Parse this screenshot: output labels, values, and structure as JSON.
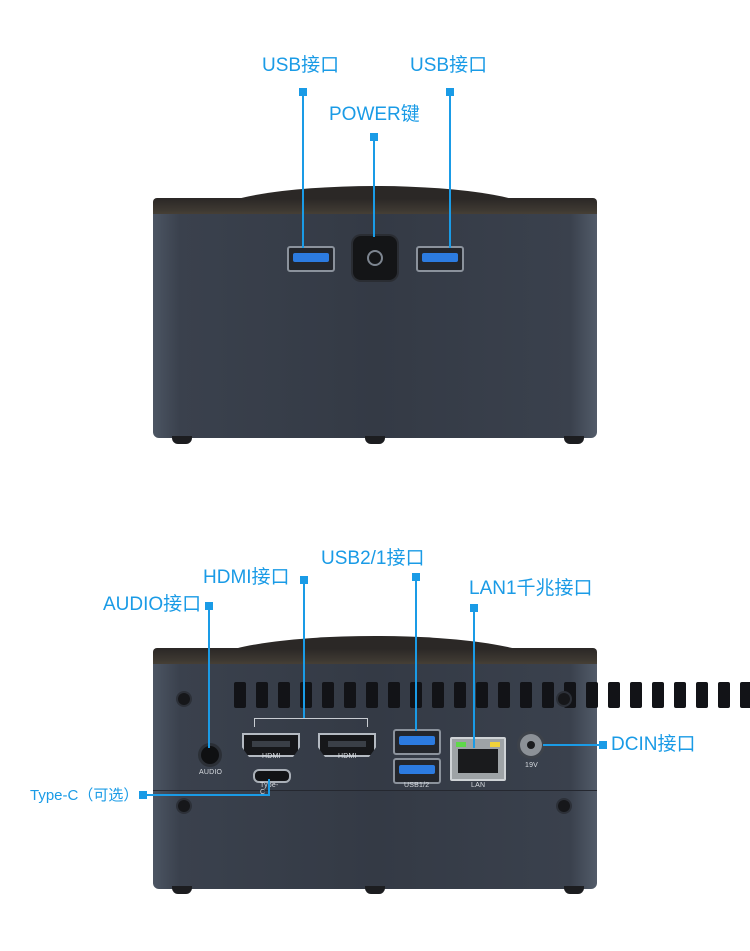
{
  "colors": {
    "accent": "#1a9be6",
    "usb_blue": "#2c7be0"
  },
  "front": {
    "callouts": {
      "usb_left": "USB接口",
      "usb_right": "USB接口",
      "power": "POWER键"
    }
  },
  "back": {
    "callouts": {
      "audio": "AUDIO接口",
      "hdmi": "HDMI接口",
      "usb21": "USB2/1接口",
      "lan1": "LAN1千兆接口",
      "dcin": "DCIN接口",
      "typec": "Type-C（可选）"
    },
    "port_labels": {
      "audio": "AUDIO",
      "hdmi1": "HDMI",
      "hdmi2": "HDMI",
      "typec": "Type-C",
      "usb": "USB1/2",
      "lan": "LAN",
      "dc": "19V"
    }
  }
}
